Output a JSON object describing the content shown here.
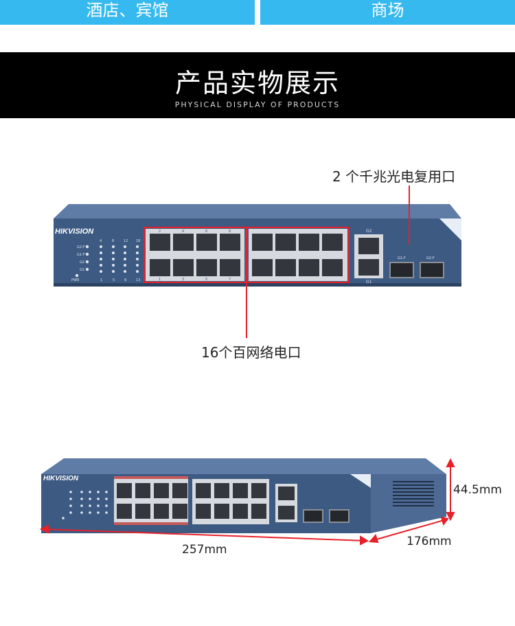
{
  "tabs": {
    "left": "酒店、宾馆",
    "right": "商场"
  },
  "banner": {
    "title": "产品实物展示",
    "subtitle": "PHYSICAL DISPLAY OF PRODUCTS"
  },
  "brand": "HIKVISION",
  "callouts": {
    "sfp_ports": "2 个千兆光电复用口",
    "lan_ports": "16个百网络电口"
  },
  "port_labels": {
    "top": [
      "2",
      "4",
      "6",
      "8"
    ],
    "bottom": [
      "1",
      "3",
      "5",
      "7"
    ],
    "uplink_top": "G2",
    "uplink_bottom": "G1",
    "sfp1": "G1-F",
    "sfp2": "G2-F",
    "led_rows": [
      "G2-F",
      "G1-F",
      "G2",
      "G1"
    ],
    "led_cols_top": [
      "4",
      "8",
      "12",
      "16"
    ],
    "led_cols_bottom": [
      "1",
      "5",
      "9",
      "13"
    ],
    "pwr": "PWR"
  },
  "dimensions": {
    "width": "257mm",
    "depth": "176mm",
    "height": "44.5mm"
  },
  "colors": {
    "tab": "#36b9ee",
    "banner": "#000000",
    "device": "#3c5a82",
    "marker": "#e8202a"
  }
}
